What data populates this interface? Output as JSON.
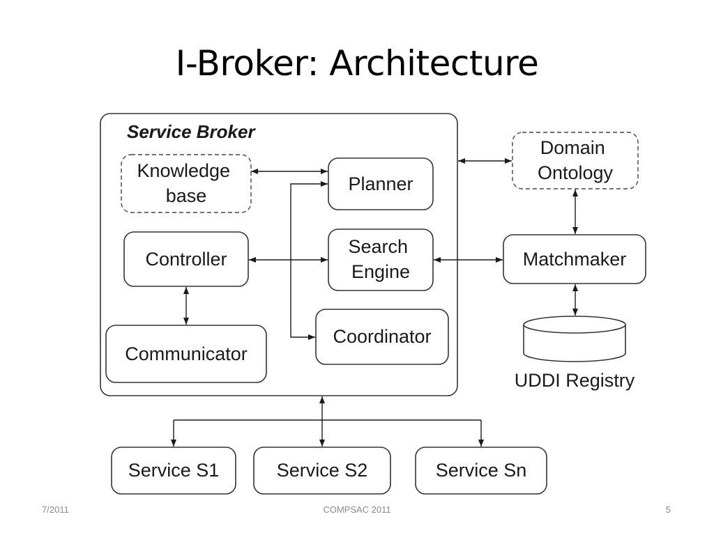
{
  "slide": {
    "title": "I-Broker: Architecture"
  },
  "diagram": {
    "service_broker": "Service Broker",
    "knowledge_base": [
      "Knowledge",
      "base"
    ],
    "planner": "Planner",
    "controller": "Controller",
    "search_engine": [
      "Search",
      "Engine"
    ],
    "communicator": "Communicator",
    "coordinator": "Coordinator",
    "domain_ontology": [
      "Domain",
      "Ontology"
    ],
    "matchmaker": "Matchmaker",
    "uddi_registry": "UDDI Registry",
    "service_s1": "Service S1",
    "service_s2": "Service S2",
    "service_sn": "Service Sn"
  },
  "footer": {
    "date": "7/2011",
    "conference": "COMPSAC 2011",
    "page": "5"
  }
}
